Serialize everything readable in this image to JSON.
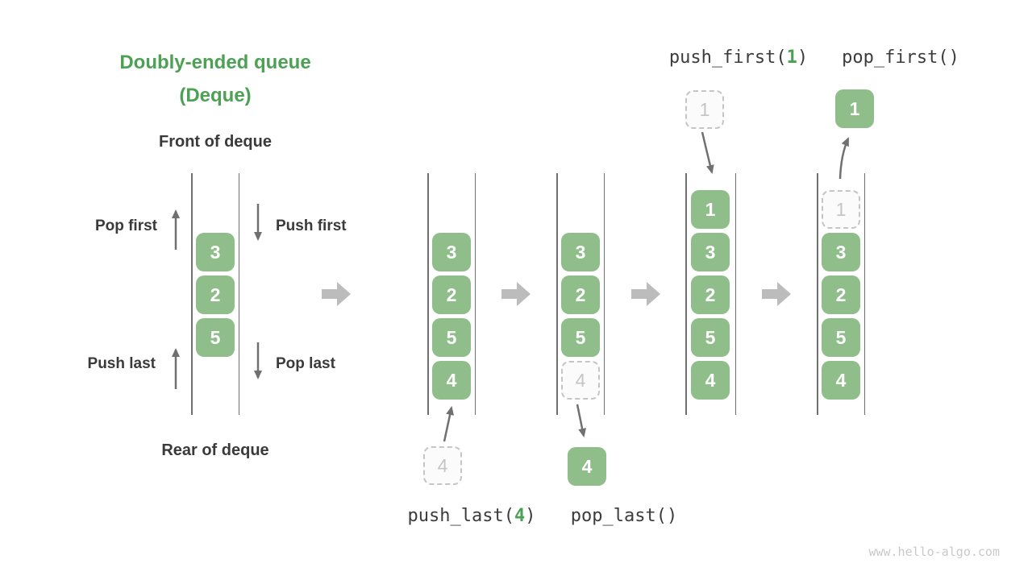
{
  "title": {
    "line1": "Doubly-ended queue",
    "line2": "(Deque)"
  },
  "labels": {
    "front": "Front of deque",
    "rear": "Rear of deque",
    "pop_first": "Pop first",
    "push_first": "Push first",
    "push_last": "Push last",
    "pop_last": "Pop last"
  },
  "operations": {
    "push_last": {
      "pre": "push_last(",
      "arg": "4",
      "post": ")"
    },
    "pop_last": {
      "text": "pop_last()"
    },
    "push_first": {
      "pre": "push_first(",
      "arg": "1",
      "post": ")"
    },
    "pop_first": {
      "text": "pop_first()"
    }
  },
  "queues": {
    "main": {
      "cells": [
        "3",
        "2",
        "5"
      ]
    },
    "qA": {
      "cells": [
        "3",
        "2",
        "5",
        "4"
      ],
      "staged": "4"
    },
    "qB": {
      "cells": [
        "3",
        "2",
        "5"
      ],
      "ghost": "4",
      "popped": "4"
    },
    "qC": {
      "cells": [
        "1",
        "3",
        "2",
        "5",
        "4"
      ],
      "staged": "1"
    },
    "qD": {
      "cells": [
        "3",
        "2",
        "5",
        "4"
      ],
      "ghost": "1",
      "popped": "1"
    }
  },
  "watermark": "www.hello-algo.com",
  "colors": {
    "accent_green": "#4ca154",
    "cell_green": "#8fbe8b",
    "text_dark": "#3a3a3a",
    "arrow_gray": "#707070",
    "flow_arrow_gray": "#bcbcbc",
    "ghost_gray": "#c5c5c5"
  }
}
